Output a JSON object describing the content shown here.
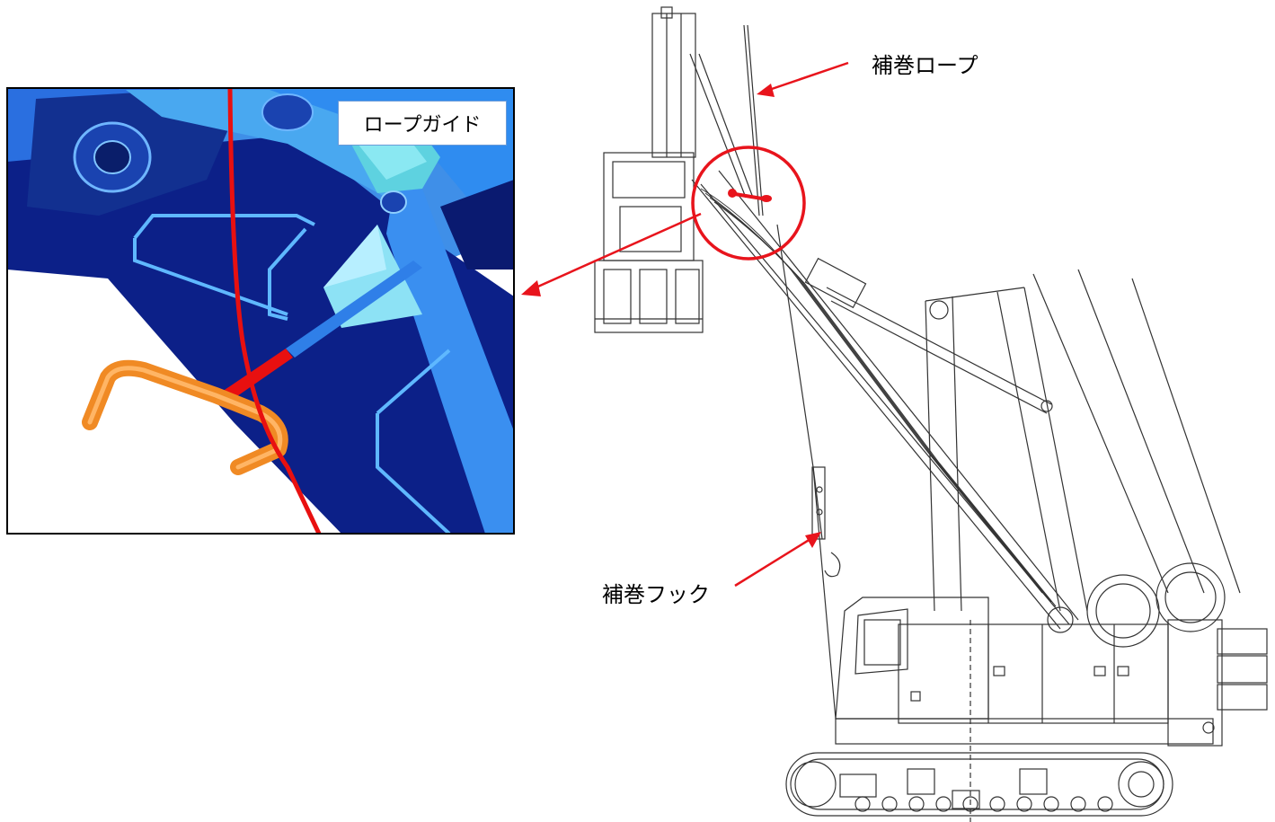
{
  "labels": {
    "hoist_rope": "補巻ロープ",
    "hoist_hook": "補巻フック",
    "rope_guide": "ロープガイド"
  },
  "colors": {
    "callout": "#e8141c",
    "inset_dark_blue": "#0a1e8a",
    "inset_blue": "#1e5fd8",
    "inset_light_blue": "#49a8f0",
    "inset_cyan": "#7fe3f2",
    "guide_orange": "#f08a24",
    "rope_red": "#e81010",
    "line_art": "#333333"
  }
}
